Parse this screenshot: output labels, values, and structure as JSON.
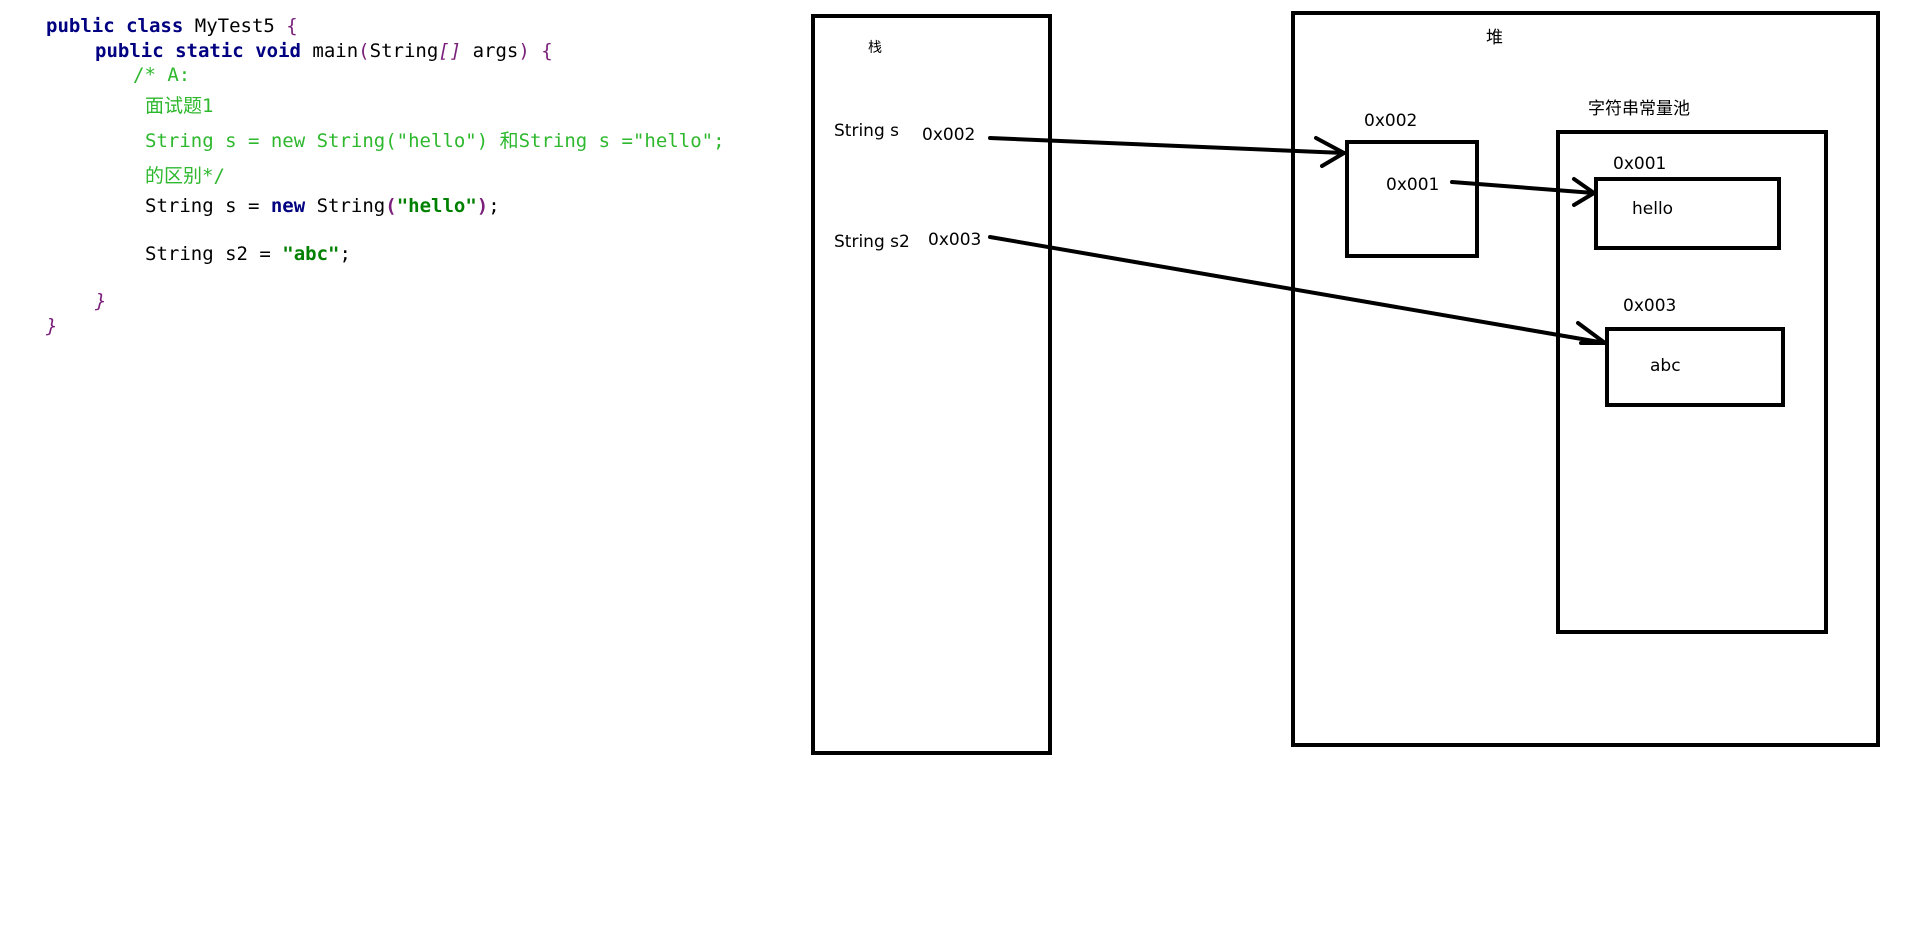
{
  "code": {
    "line1": {
      "kw1": "public",
      "kw2": "class",
      "name": "MyTest5",
      "brace": "{"
    },
    "line2": {
      "kw1": "public",
      "kw2": "static",
      "kw3": "void",
      "name": "main",
      "lparen": "(",
      "type": "String",
      "brackets": "[]",
      "param": "args",
      "rparen": ")",
      "brace": "{"
    },
    "comment": [
      "/* A:",
      "面试题1",
      "String s = new String(\"hello\") 和String s =\"hello\";",
      "的区别*/"
    ],
    "line7": {
      "pre": "String s = ",
      "kw": "new",
      "mid": " String",
      "lparen": "(",
      "str": "\"hello\"",
      "rparen": ")",
      "end": ";"
    },
    "line8": {
      "pre": "String s2 = ",
      "str": "\"abc\"",
      "end": ";"
    },
    "close_inner": "}",
    "close_outer": "}"
  },
  "diagram": {
    "stack_title": "栈",
    "heap_title": "堆",
    "pool_title": "字符串常量池",
    "var_s": "String s",
    "var_s_value": "0x002",
    "var_s2": "String s2",
    "var_s2_value": "0x003",
    "obj_address": "0x002",
    "obj_content": "0x001",
    "hello_address": "0x001",
    "hello_value": "hello",
    "abc_address": "0x003",
    "abc_value": "abc"
  }
}
